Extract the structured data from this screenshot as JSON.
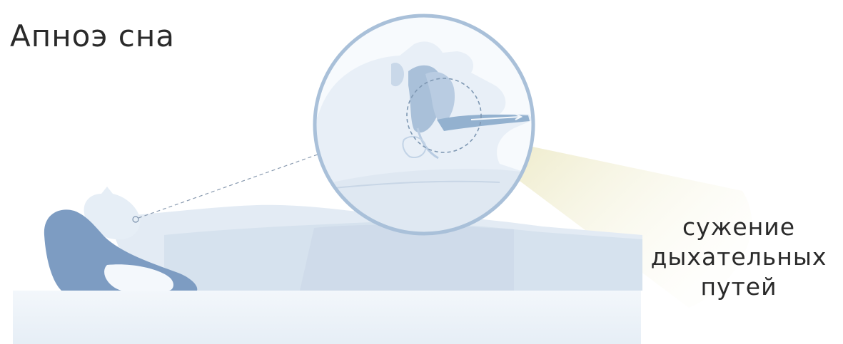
{
  "title": "Апноэ сна",
  "annotation": {
    "lines": [
      "сужение",
      "дыхательных",
      "путей"
    ]
  },
  "colors": {
    "pillow": "#7d9cc2",
    "body": "#dbe6f1",
    "mattress": "#eef4f9",
    "magnifier_ring": "#a9c0d9",
    "beam": "#e9e6c2",
    "airway": "#93b1cf"
  }
}
